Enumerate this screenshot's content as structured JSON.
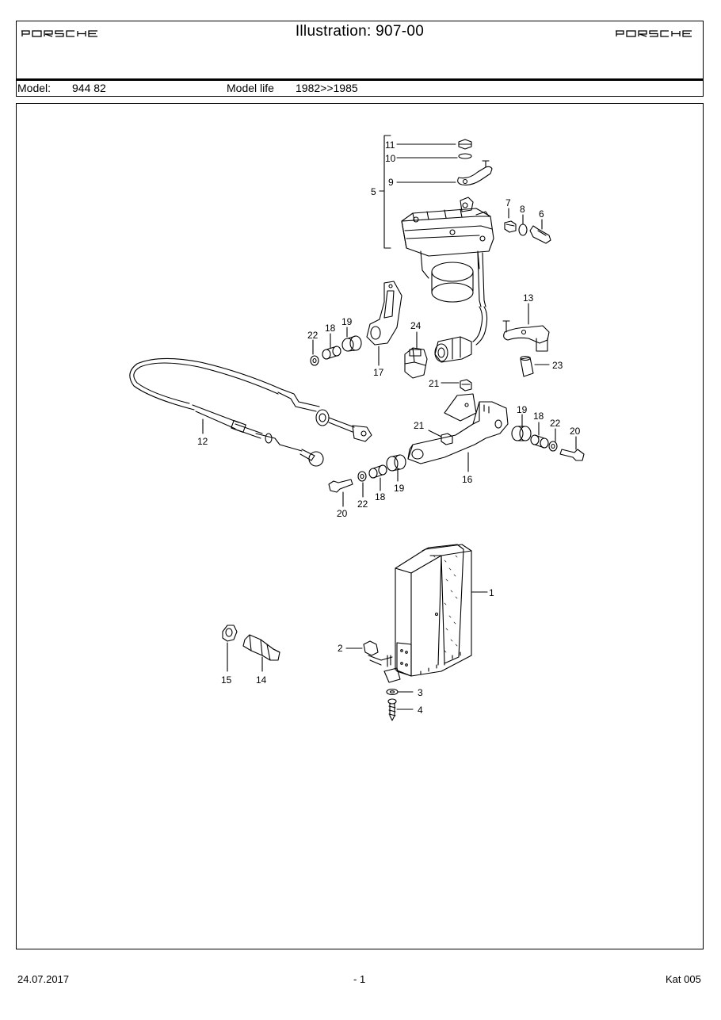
{
  "header": {
    "brand_left": "PORSCHE",
    "brand_right": "PORSCHE",
    "title": "Illustration: 907-00",
    "model_label": "Model:",
    "model_value": "944 82",
    "model_life_label": "Model life",
    "model_life_value": "1982>>1985"
  },
  "footer": {
    "date": "24.07.2017",
    "page": "- 1",
    "catalog": "Kat 005"
  },
  "callouts": [
    "11",
    "10",
    "9",
    "5",
    "7",
    "8",
    "6",
    "13",
    "24",
    "19",
    "18",
    "22",
    "17",
    "23",
    "21",
    "21",
    "19",
    "18",
    "22",
    "20",
    "12",
    "16",
    "20",
    "22",
    "18",
    "19",
    "1",
    "2",
    "3",
    "4",
    "15",
    "14"
  ],
  "colors": {
    "ink": "#000000",
    "paper": "#ffffff"
  }
}
